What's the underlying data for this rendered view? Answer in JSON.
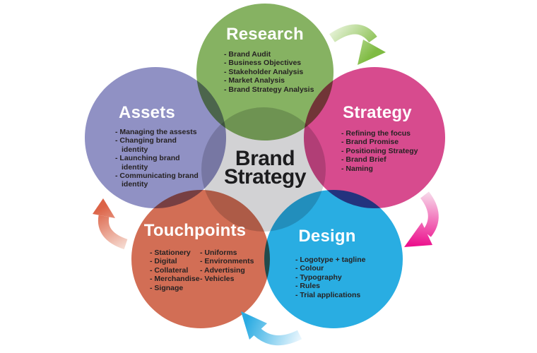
{
  "center": {
    "line1": "Brand",
    "line2": "Strategy",
    "circle_color": "#d2d2d4",
    "text_color": "#1c1c1e"
  },
  "circles": {
    "research": {
      "title": "Research",
      "color": "#86b262",
      "items": [
        "Brand Audit",
        "Business Objectives",
        "Stakeholder Analysis",
        "Market Analysis",
        "Brand Strategy Analysis"
      ]
    },
    "strategy": {
      "title": "Strategy",
      "color": "#d74b8e",
      "items": [
        "Refining the focus",
        "Brand Promise",
        "Positioning Strategy",
        "Brand Brief",
        "Naming"
      ]
    },
    "design": {
      "title": "Design",
      "color": "#29ade2",
      "items": [
        "Logotype + tagline",
        "Colour",
        "Typography",
        "Rules",
        "Trial applications"
      ]
    },
    "touchpoints": {
      "title": "Touchpoints",
      "color": "#d26e55",
      "items_col1": [
        "Stationery",
        "Digital",
        "Collateral",
        "Merchandise",
        "Signage"
      ],
      "items_col2": [
        "Uniforms",
        "Environments",
        "Advertising",
        "Vehicles"
      ]
    },
    "assets": {
      "title": "Assets",
      "color": "#9091c4",
      "items": [
        "Managing the assests",
        "Changing brand identity",
        "Launching brand identity",
        "Communicating brand identity"
      ]
    }
  },
  "arrows": {
    "research_to_strategy": {
      "tail_color": "#e8f3da",
      "head_color": "#7fbb42"
    },
    "strategy_to_design": {
      "tail_color": "#f7d9ea",
      "head_color": "#ec108d"
    },
    "design_to_touchpoints": {
      "tail_color": "#e7f5fd",
      "head_color": "#2aabe2"
    },
    "touchpoints_to_assets": {
      "tail_color": "#f6ddd4",
      "head_color": "#dc6347"
    }
  }
}
